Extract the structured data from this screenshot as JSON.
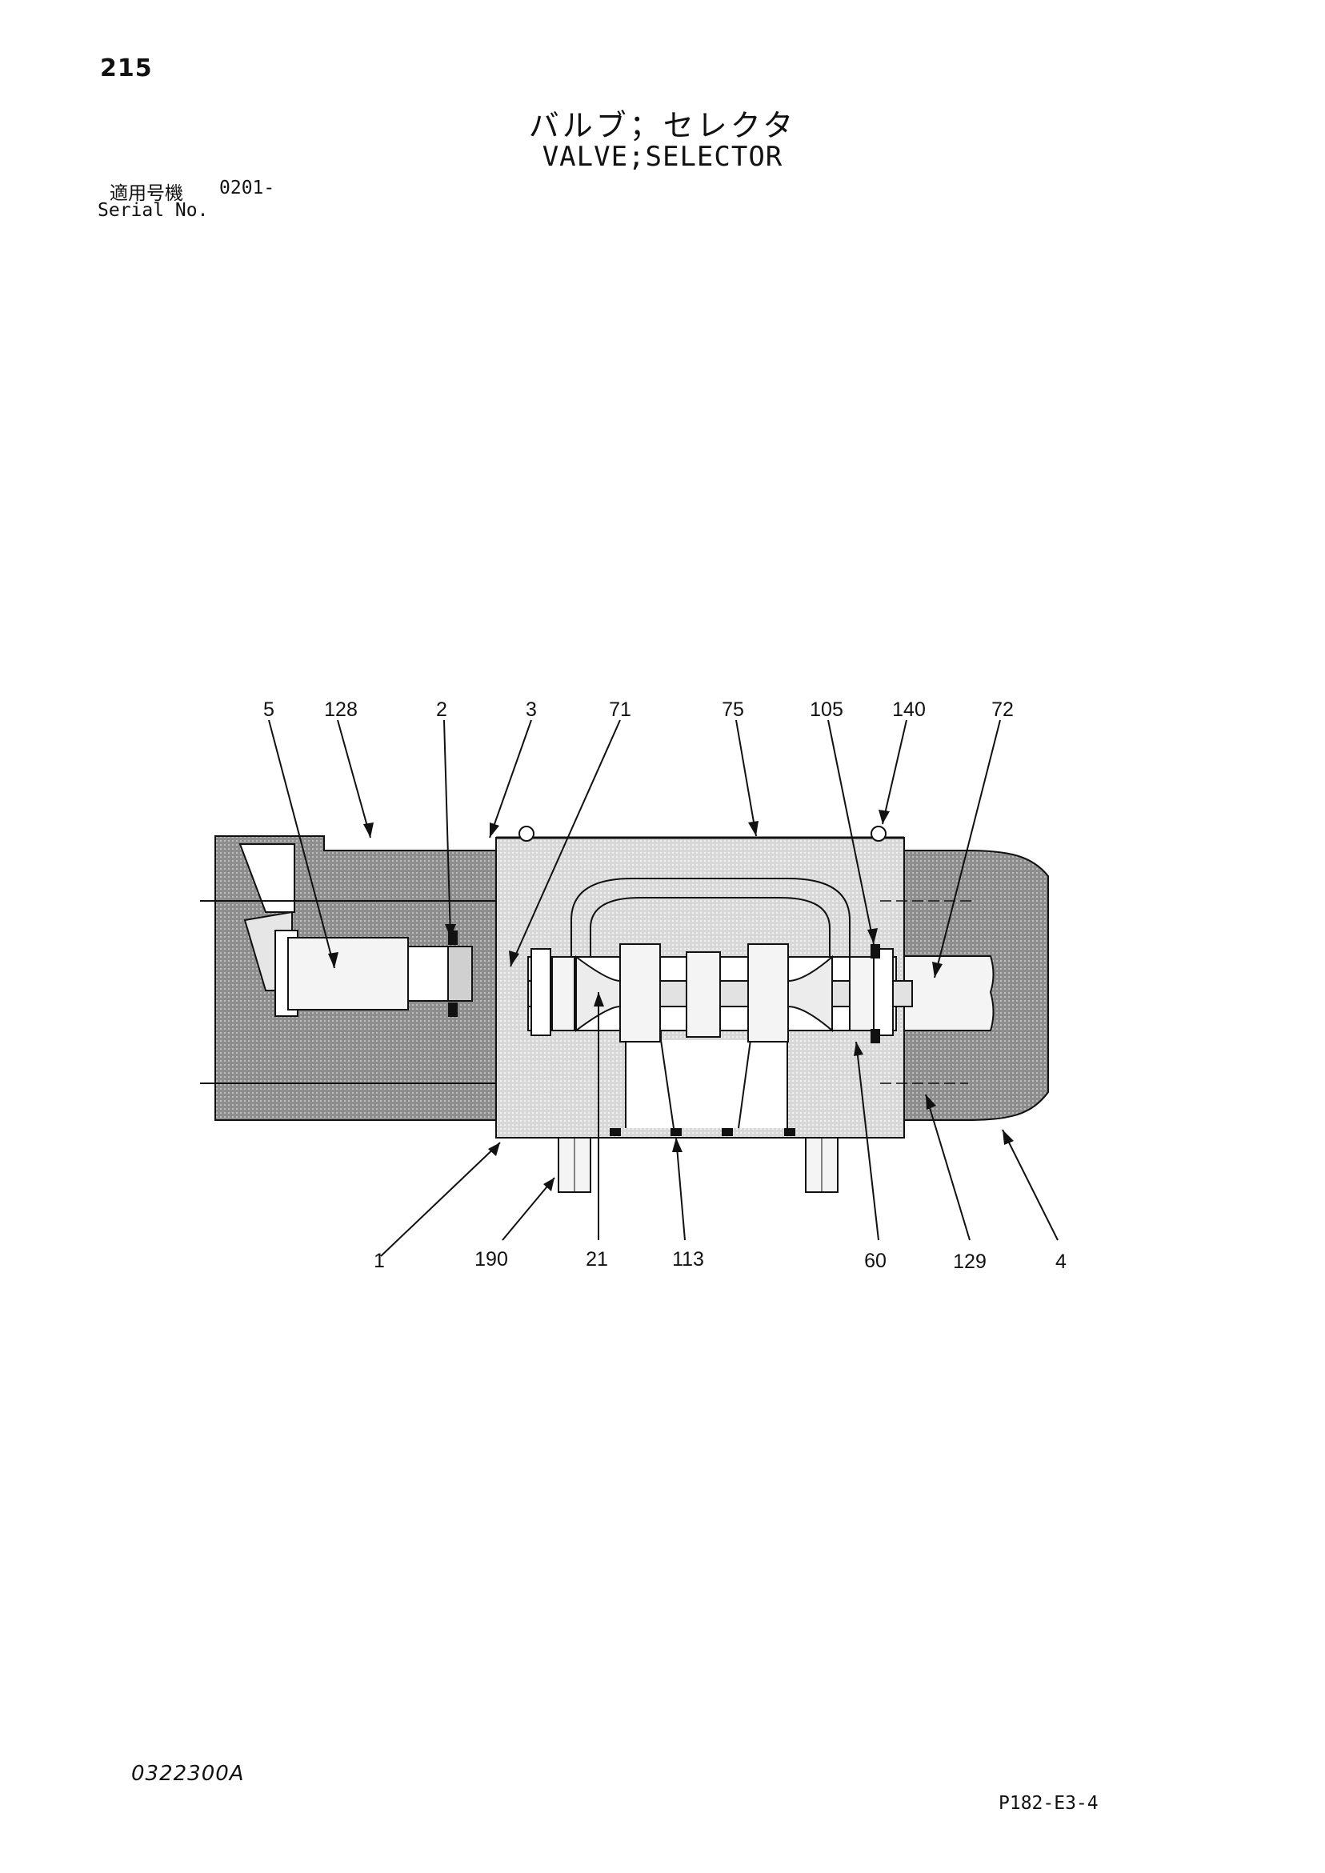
{
  "page_number": "215",
  "title_jp": "バルブ；セレクタ",
  "title_en": "VALVE;SELECTOR",
  "serial": {
    "label_jp": "適用号機",
    "value": "0201-",
    "label_en": "Serial No."
  },
  "callouts_top": [
    "5",
    "128",
    "2",
    "3",
    "71",
    "75",
    "105",
    "140",
    "72"
  ],
  "callouts_bottom": [
    "1",
    "190",
    "21",
    "113",
    "60",
    "129",
    "4"
  ],
  "drawing_code": "0322300A",
  "page_ref": "P182-E3-4",
  "colors": {
    "housing_dark": "#9a9a9a",
    "housing_light": "#d6d6d6",
    "line": "#111111"
  }
}
